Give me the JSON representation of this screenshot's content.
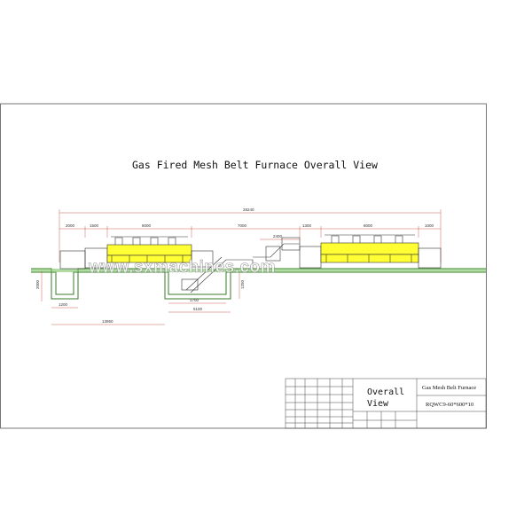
{
  "drawing": {
    "title": "Gas Fired Mesh Belt Furnace Overall View",
    "watermark": "www.sxmachines.com",
    "dimensions": {
      "overall_length": "28240",
      "seg_2000": "2000",
      "seg_1500_left": "1500",
      "seg_8000_left": "8000",
      "seg_7000": "7000",
      "seg_1300": "1300",
      "seg_8000_right": "8000",
      "seg_1000": "1000",
      "seg_2400": "2400",
      "pit_depth": "2000",
      "pit_width": "1200",
      "bottom_length": "13950",
      "inner_1700": "1700",
      "inner_5100": "5100",
      "side_1250": "1250"
    },
    "colors": {
      "furnace_fill": "#ffff33",
      "floor_line": "#3a7a2a",
      "linework": "#333333"
    }
  },
  "title_block": {
    "view_name_line1": "Overall",
    "view_name_line2": "View",
    "product_name": "Gas Mesh Belt Furnace",
    "model_no": "RQWC9-60*600*10"
  }
}
